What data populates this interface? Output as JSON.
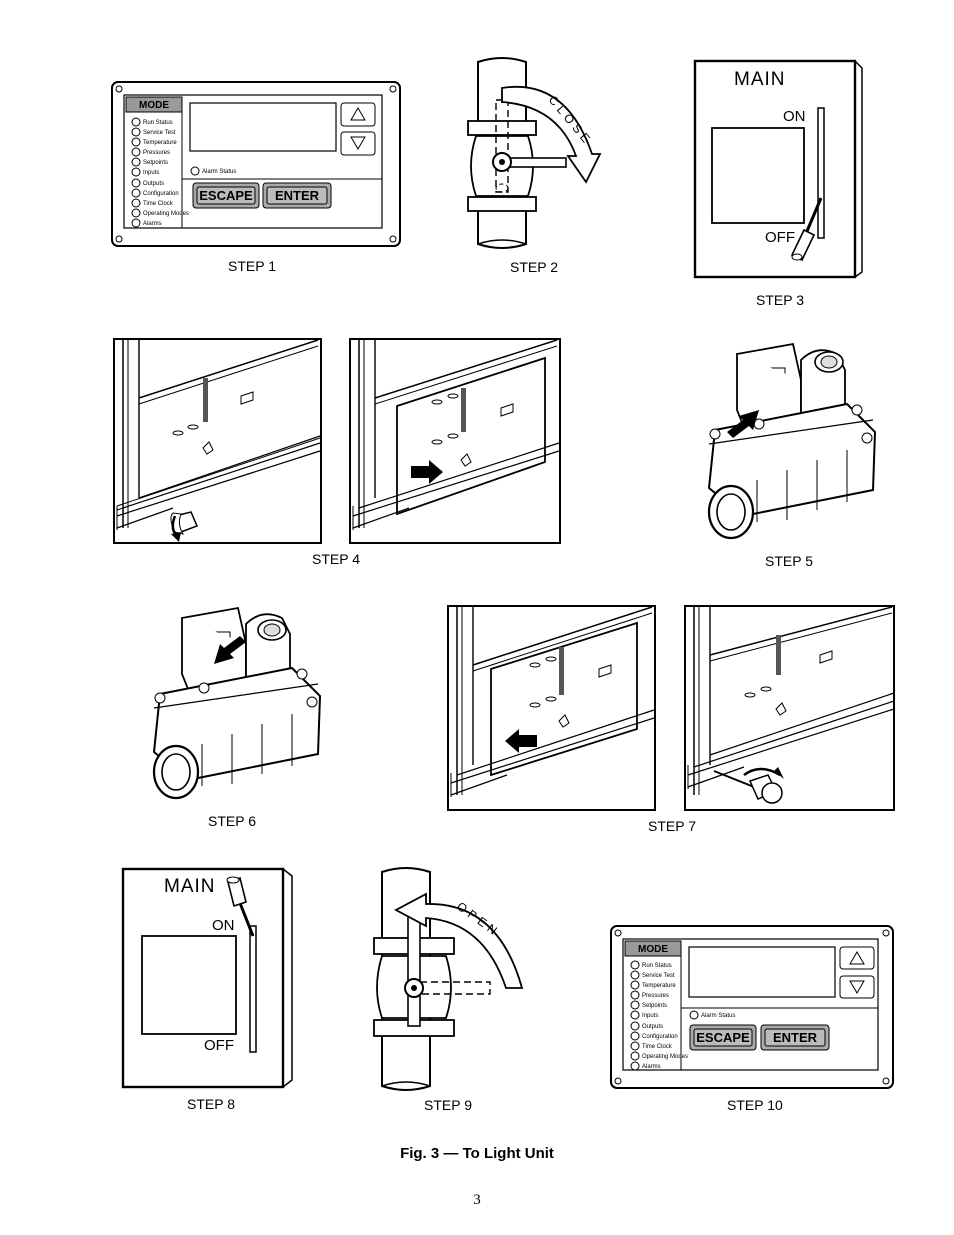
{
  "control_panel": {
    "mode": "MODE",
    "items": [
      "Run Status",
      "Service Test",
      "Temperature",
      "Pressures",
      "Setpoints",
      "Inputs",
      "Outputs",
      "Configuration",
      "Time Clock",
      "Operating Modes",
      "Alarms"
    ],
    "alarm_status": "Alarm Status",
    "escape": "ESCAPE",
    "enter": "ENTER"
  },
  "valve": {
    "close": "CLOSE",
    "open": "OPEN"
  },
  "switch": {
    "main": "MAIN",
    "on": "ON",
    "off": "OFF"
  },
  "steps": {
    "s1": "STEP 1",
    "s2": "STEP 2",
    "s3": "STEP 3",
    "s4": "STEP 4",
    "s5": "STEP 5",
    "s6": "STEP 6",
    "s7": "STEP 7",
    "s8": "STEP 8",
    "s9": "STEP 9",
    "s10": "STEP 10"
  },
  "caption": "Fig. 3 — To Light Unit",
  "page_number": "3"
}
